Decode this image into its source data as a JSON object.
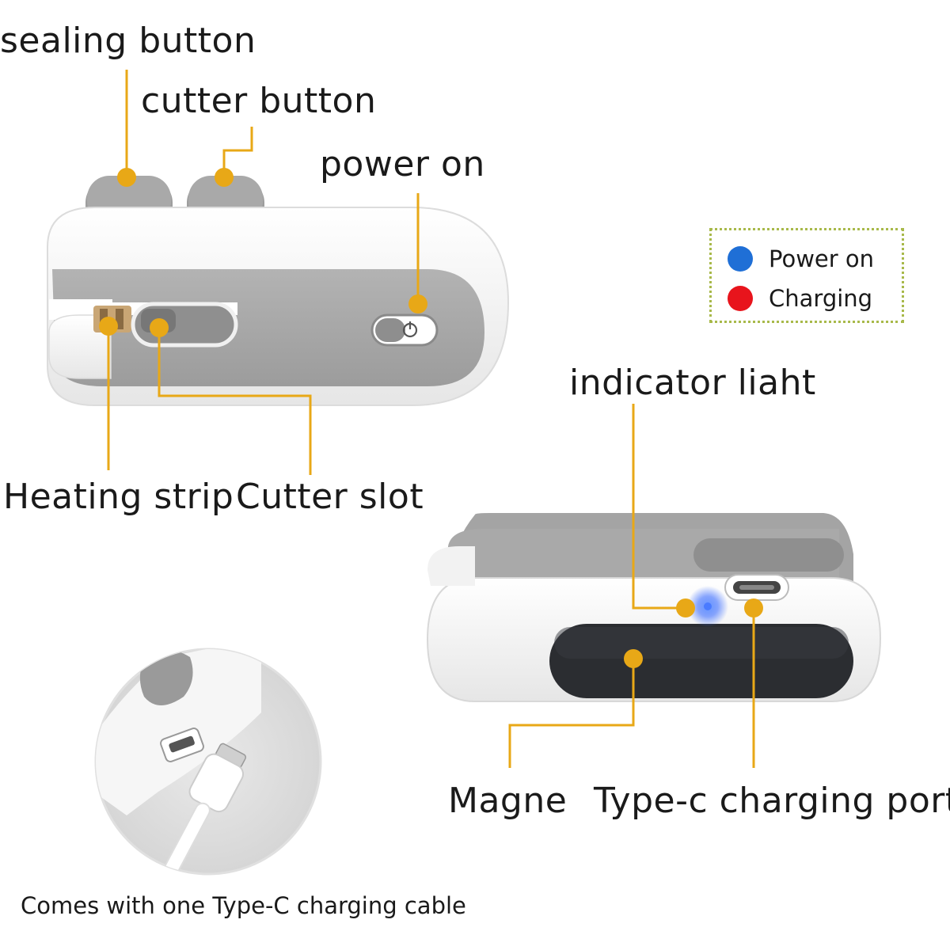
{
  "labels": {
    "sealing_button": "sealing button",
    "cutter_button": "cutter button",
    "power_on": "power on",
    "heating_strip": "Heating strip",
    "cutter_slot": "Cutter slot",
    "indicator_light": "indicator liaht",
    "magnet": "Magne",
    "typec_port": "Type-c charging port",
    "cable_note": "Comes with one Type-C charging cable"
  },
  "legend": {
    "items": [
      {
        "label": "Power on",
        "color": "#1f6fd6"
      },
      {
        "label": "Charging",
        "color": "#e8141c"
      }
    ]
  },
  "colors": {
    "callout": "#e8a817",
    "device_white": "#f4f4f4",
    "device_gray": "#a9a9a9",
    "device_dark": "#2b2d31",
    "led_blue": "#4a7bff"
  }
}
